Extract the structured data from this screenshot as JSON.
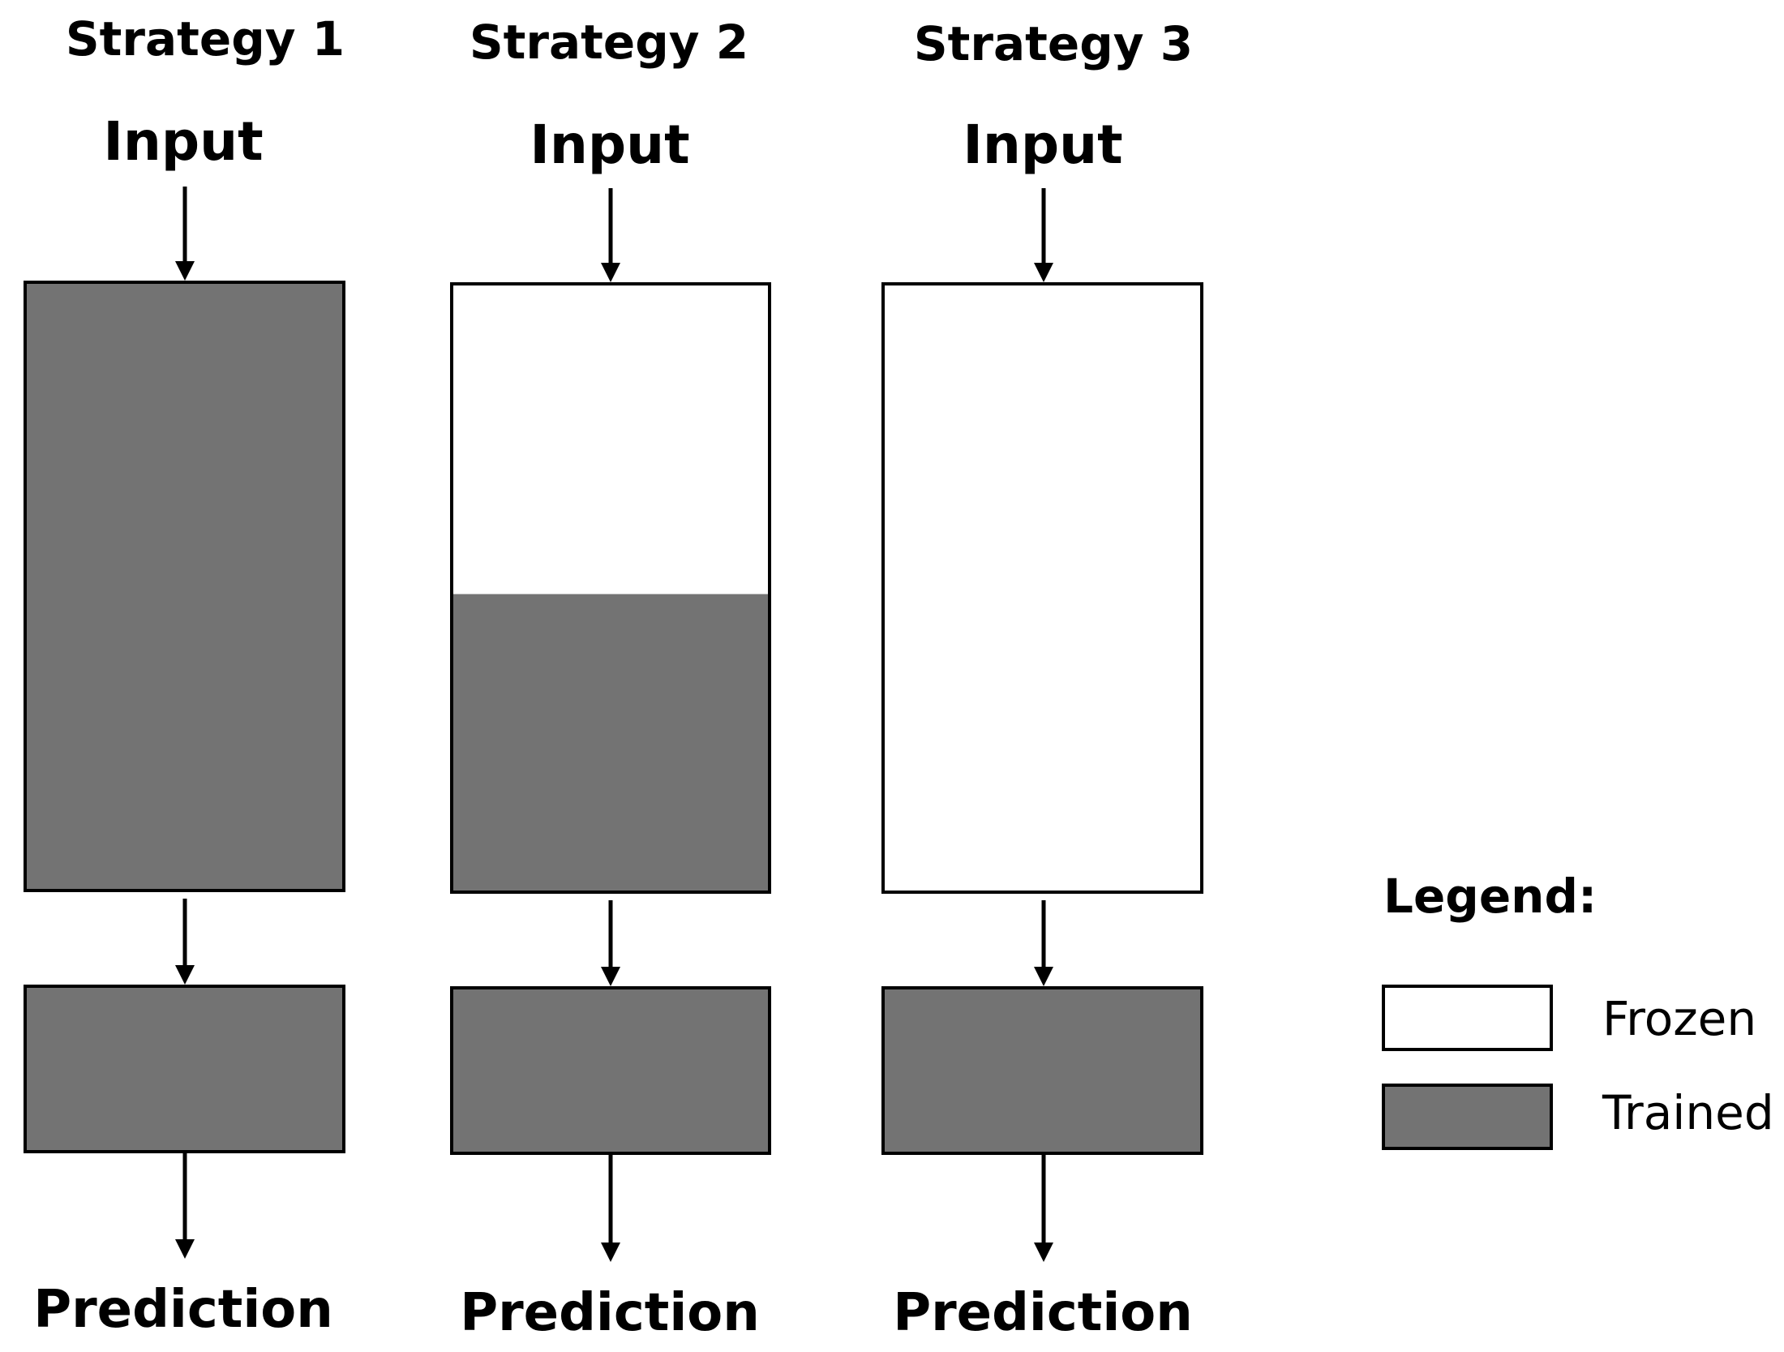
{
  "diagram": {
    "colors": {
      "frozen": "#ffffff",
      "trained": "#737373",
      "stroke": "#000000"
    },
    "strategies": [
      {
        "title": "Strategy 1",
        "input_label": "Input",
        "output_label": "Prediction",
        "trained_fraction": 1.0
      },
      {
        "title": "Strategy 2",
        "input_label": "Input",
        "output_label": "Prediction",
        "trained_fraction": 0.49
      },
      {
        "title": "Strategy 3",
        "input_label": "Input",
        "output_label": "Prediction",
        "trained_fraction": 0.0
      }
    ],
    "legend": {
      "title": "Legend:",
      "items": [
        {
          "label": "Frozen",
          "kind": "frozen"
        },
        {
          "label": "Trained",
          "kind": "trained"
        }
      ]
    }
  }
}
